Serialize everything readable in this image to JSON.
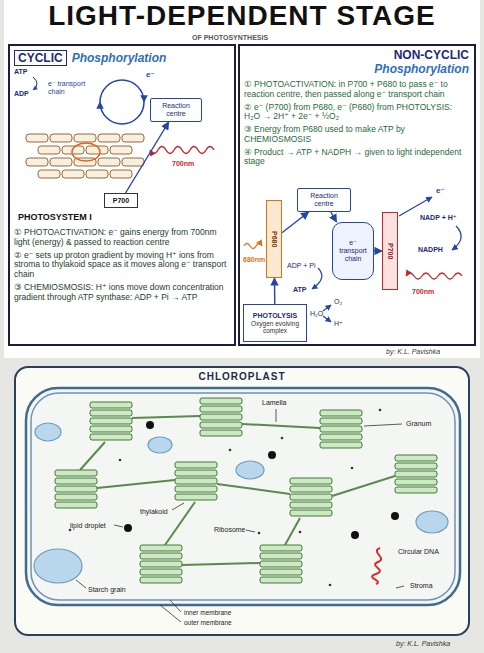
{
  "diagram": {
    "title": "LIGHT-DEPENDENT STAGE",
    "nodes": [
      {
        "text": [
          "CYCLIC",
          "Phosphorylation"
        ]
      },
      {
        "text": [
          "Reaction centre"
        ],
        "in": 0
      },
      {
        "text": [
          "P700"
        ],
        "in": 0
      },
      {
        "text": [
          "NON-CYCLIC",
          "Phosphorylation"
        ]
      },
      {
        "text": [
          "Reaction centre"
        ],
        "in": 3
      },
      {
        "text": [
          "e⁻ transport chain"
        ],
        "in": 3
      },
      {
        "text": [
          "P680"
        ],
        "in": 3
      },
      {
        "text": [
          "P700"
        ],
        "in": 3
      },
      {
        "text": [
          "PHOTOLYSIS",
          "Oxygen evolving complex"
        ],
        "in": 3
      },
      {
        "text": [
          "CHLOROPLAST"
        ]
      }
    ],
    "edges": [
      {
        "from": 2,
        "to": 1,
        "arrow": "to"
      },
      {
        "from": 6,
        "to": 4,
        "arrow": "to"
      },
      {
        "from": 4,
        "to": 5,
        "arrow": "to"
      },
      {
        "from": 5,
        "to": 7,
        "arrow": "to"
      },
      {
        "from": 8,
        "to": 6,
        "arrow": "to"
      }
    ],
    "labels": [
      "OF PHOTOSYNTHESIS",
      "ATP",
      "ADP",
      "e⁻ transport chain",
      "e⁻",
      "700nm",
      "PHOTOSYSTEM I",
      "① PHOTOACTIVATION: e⁻ gains energy from 700nm light (energy) & passed to reaction centre",
      "② e⁻ sets up proton gradient by moving H⁺ ions from stroma to thylakoid space as it moves along e⁻ transport chain",
      "③ CHEMIOSMOSIS: H⁺ ions move down concentration gradient through ATP synthase: ADP + Pi → ATP",
      "① PHOTOACTIVATION: in P700 + P680 to pass e⁻ to reaction centre, then passed along e⁻ transport chain",
      "② e⁻ (P700) from P680, e⁻ (P680) from PHOTOLYSIS: H₂O → 2H⁺ + 2e⁻ + ½O₂",
      "③ Energy from P680 used to make ATP by CHEMIOSMOSIS",
      "④ Product → ATP + NADPH → given to light independent stage",
      "680nm",
      "ADP + Pi",
      "ATP",
      "H₂O",
      "O₂",
      "H⁺",
      "e⁻",
      "NADP + H⁺",
      "NADPH",
      "700nm",
      "by: K.L. Pavishka",
      "Lamella",
      "Granum",
      "lipid droplet",
      "thylakoid",
      "Ribosome",
      "Starch grain",
      "Circular DNA",
      "Stroma",
      "inner membrane",
      "outer membrane",
      "by: K.L. Pavishka"
    ]
  }
}
